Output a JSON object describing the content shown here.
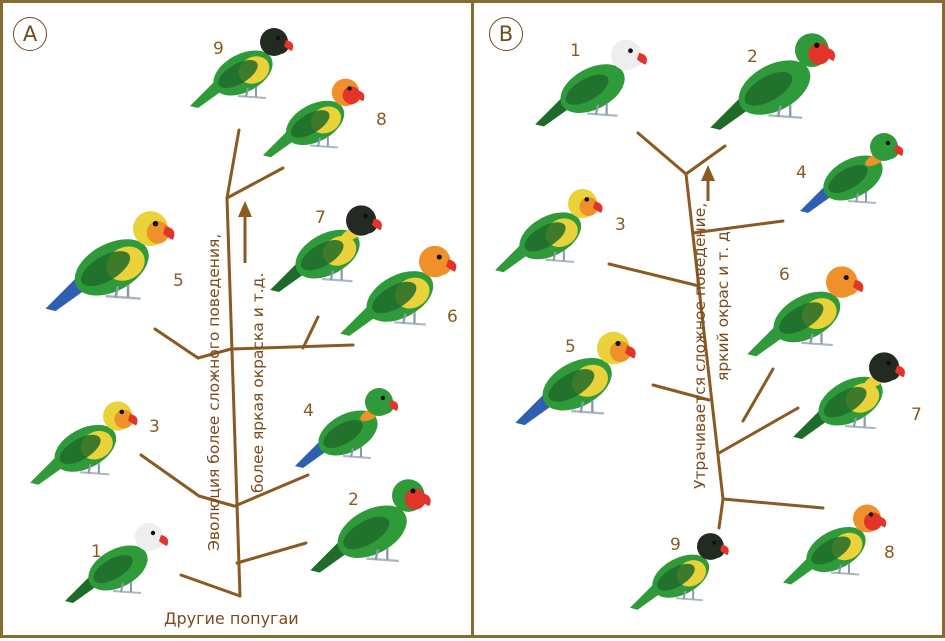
{
  "panels": [
    {
      "letter": "A",
      "root_label": "Другие попугаи",
      "trend_line_1": "Эволюция более сложного поведения,",
      "trend_line_2": "более яркая окраска и т.д.",
      "species": [
        {
          "number": "1",
          "description": "green body, white head"
        },
        {
          "number": "2",
          "description": "green body, red face"
        },
        {
          "number": "3",
          "description": "green body, pale orange face"
        },
        {
          "number": "4",
          "description": "green body, dark blue tail, orange collar"
        },
        {
          "number": "5",
          "description": "yellow-green body, orange face, blue rump"
        },
        {
          "number": "6",
          "description": "green body, orange-yellow head"
        },
        {
          "number": "7",
          "description": "green body, black head, yellow collar"
        },
        {
          "number": "8",
          "description": "green body, red-orange face, yellow chest"
        },
        {
          "number": "9",
          "description": "green-yellow body, dark head"
        }
      ]
    },
    {
      "letter": "B",
      "trend_line_1": "Утрачивается сложное поведение,",
      "trend_line_2": "яркий окрас и т. д.",
      "species": [
        {
          "number": "1"
        },
        {
          "number": "2"
        },
        {
          "number": "3"
        },
        {
          "number": "4"
        },
        {
          "number": "5"
        },
        {
          "number": "6"
        },
        {
          "number": "7"
        },
        {
          "number": "8"
        },
        {
          "number": "9"
        }
      ]
    }
  ],
  "colors": {
    "frame": "#8a6a33",
    "branch": "#8a5a22",
    "text": "#7a4a1c",
    "bird_green": "#2f9a3a",
    "bird_dark_green": "#1f6b2a",
    "bird_yellow": "#e9d23a",
    "bird_red": "#e3342a",
    "bird_orange": "#f0902a",
    "bird_black": "#222a22",
    "bird_white": "#eeeeee",
    "bird_blue": "#2f5fb0"
  },
  "icons": [
    "lovebird-illustration",
    "arrow-up-icon"
  ]
}
